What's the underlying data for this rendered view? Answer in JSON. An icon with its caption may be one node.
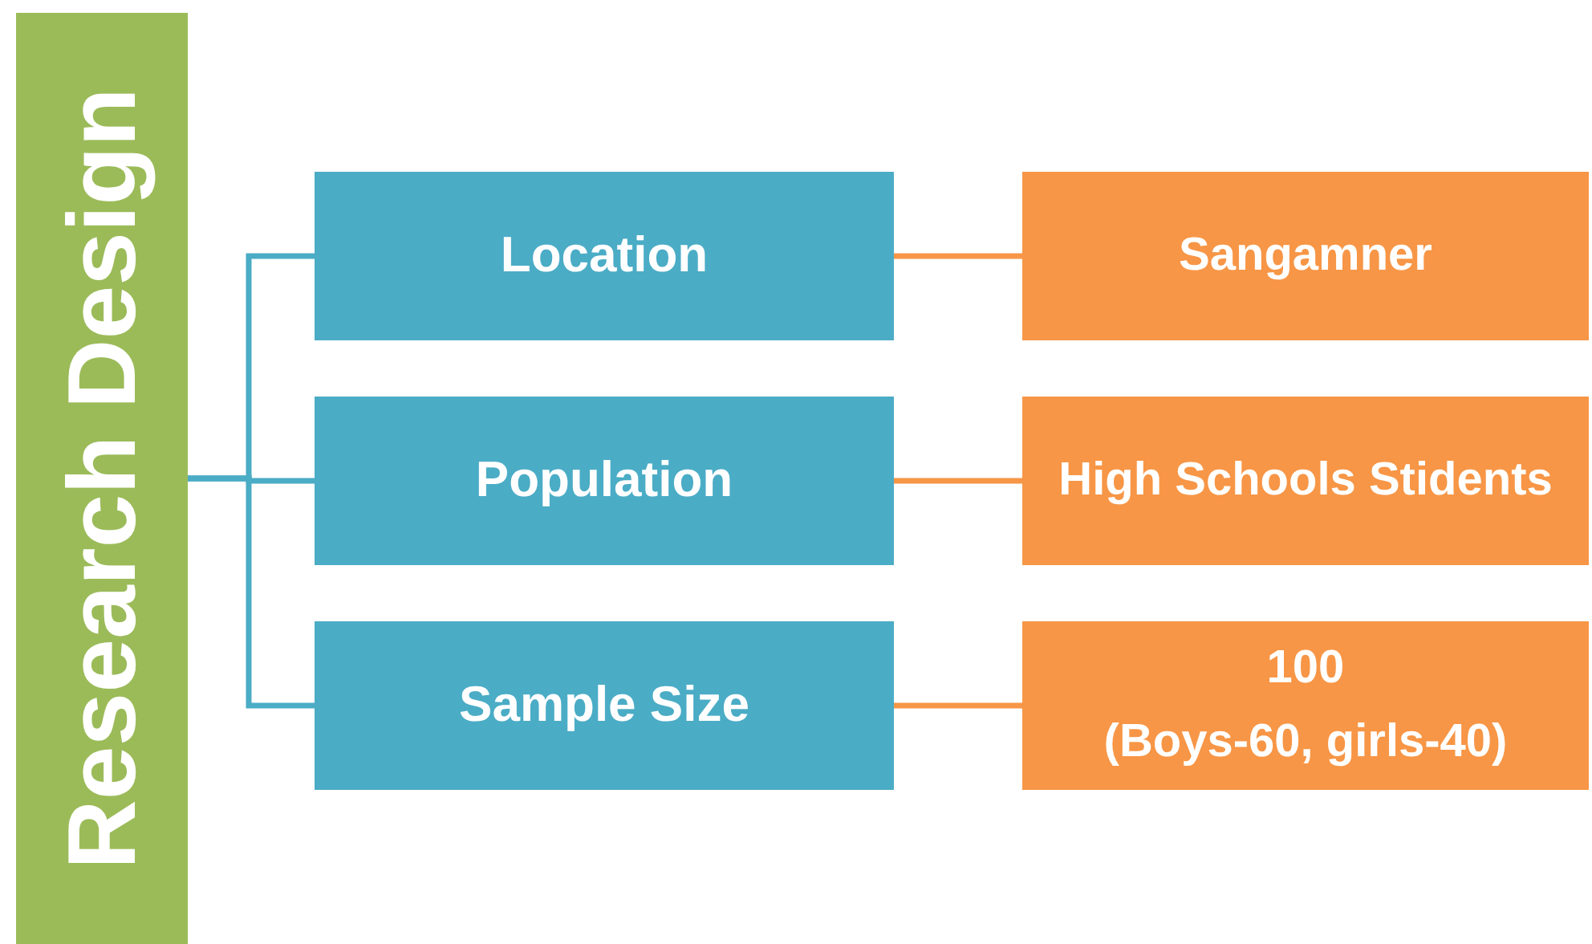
{
  "diagram": {
    "nodes": [
      {
        "text": [
          "Research Design"
        ]
      },
      {
        "text": [
          "Location"
        ]
      },
      {
        "text": [
          "Population"
        ]
      },
      {
        "text": [
          "Sample Size"
        ]
      },
      {
        "text": [
          "Sangamner"
        ]
      },
      {
        "text": [
          "High Schools Stidents"
        ]
      },
      {
        "text": [
          "100",
          "(Boys-60, girls-40)"
        ]
      }
    ],
    "edges": [
      {
        "from": 0,
        "to": 1,
        "arrow": "none"
      },
      {
        "from": 0,
        "to": 2,
        "arrow": "none"
      },
      {
        "from": 0,
        "to": 3,
        "arrow": "none"
      },
      {
        "from": 1,
        "to": 4,
        "arrow": "none",
        "color": "#f79646"
      },
      {
        "from": 2,
        "to": 5,
        "arrow": "none",
        "color": "#f79646"
      },
      {
        "from": 3,
        "to": 6,
        "arrow": "none",
        "color": "#f79646"
      }
    ]
  }
}
